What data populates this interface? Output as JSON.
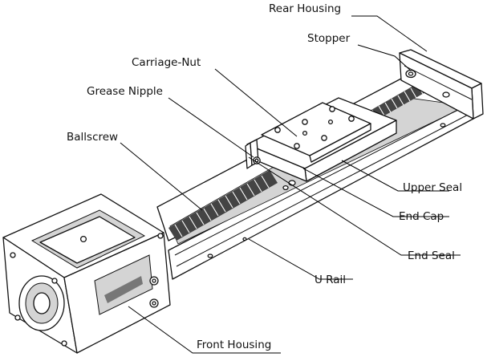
{
  "diagram": {
    "labels": {
      "rear_housing": "Rear Housing",
      "stopper": "Stopper",
      "carriage_nut": "Carriage-Nut",
      "grease_nipple": "Grease Nipple",
      "ballscrew": "Ballscrew",
      "upper_seal": "Upper Seal",
      "end_cap": "End Cap",
      "end_seal": "End Seal",
      "u_rail": "U Rail",
      "front_housing": "Front Housing"
    },
    "colors": {
      "line": "#111111",
      "shade": "#d4d4d4",
      "background": "#ffffff"
    }
  }
}
